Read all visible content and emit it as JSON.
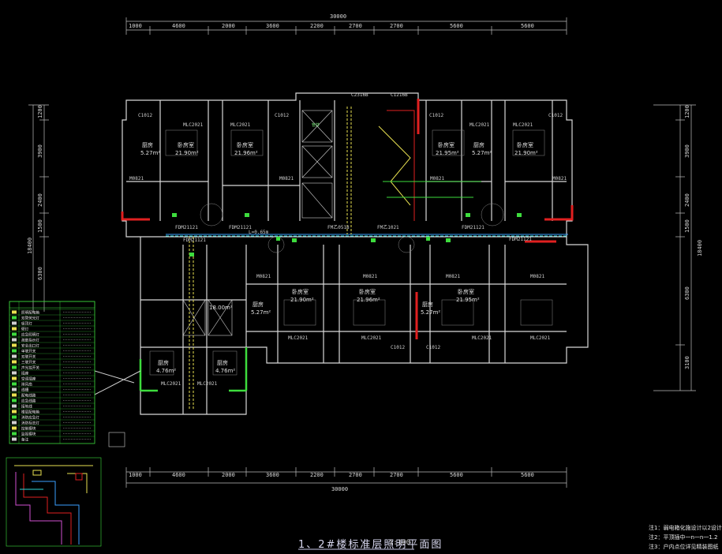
{
  "drawing": {
    "title": "1、2#楼标准层照明平面图",
    "scale": "1:100",
    "notes": [
      "注1：弱电箱化施设计以2设计",
      "注2：平顶插中一n一n一1.2",
      "注3：户内点位详见精装图纸"
    ]
  },
  "dimensions": {
    "top_total": "30000",
    "top_segments": [
      "1000",
      "4600",
      "2000",
      "3600",
      "2200",
      "2700",
      "2700",
      "5600",
      "5600"
    ],
    "bottom_total": "30000",
    "bottom_segments": [
      "1000",
      "4600",
      "2000",
      "3600",
      "2200",
      "2700",
      "2700",
      "5600",
      "5600"
    ],
    "left_total": "18400",
    "left_segments": [
      "1200",
      "3900",
      "2400",
      "1500",
      "6300"
    ],
    "right_total": "18400",
    "right_segments": [
      "1200",
      "3900",
      "2400",
      "1500",
      "6300",
      "3100"
    ]
  },
  "rooms": {
    "kitchen": "厨房",
    "kitchen_area": "5.27m²",
    "bedroom": "卧房室",
    "bedroom_area": "21.90m²",
    "bedroom_area_2": "21.96m²",
    "bedroom_area_3": "21.95m²",
    "bathroom_area": "4.76m²",
    "bedroom_area_4": "18.00m²"
  },
  "labels": {
    "window_mlc": "MLC2021",
    "window_c": "C1012",
    "door_fdm": "FDM21121",
    "door_m": "M0821",
    "stair_c1": "C2316B",
    "stair_c2": "C1216B",
    "fire_door": "FM乙0518",
    "fire_door_2": "FM乙1021",
    "line_tag": "L=0.65m",
    "shaft": "管井"
  },
  "legend": {
    "rows": [
      "照明配电箱",
      "双管荧光灯",
      "吸顶灯",
      "壁灯",
      "应急照明灯",
      "疏散指示灯",
      "安全出口灯",
      "单联开关",
      "双联开关",
      "三联开关",
      "声光控开关",
      "插座",
      "空调插座",
      "排风扇",
      "线槽",
      "配电线路",
      "应急线路",
      "接地线",
      "楼层配电箱",
      "消防应急灯",
      "消防标志灯",
      "控制模块",
      "监视模块",
      "备注"
    ]
  },
  "colors": {
    "wall": "#d8d8d8",
    "green": "#3ddc3d",
    "red": "#e02020",
    "yellow": "#e8e050",
    "blue": "#3aa0ff",
    "cyan": "#30d8d8",
    "magenta": "#d050d0"
  }
}
